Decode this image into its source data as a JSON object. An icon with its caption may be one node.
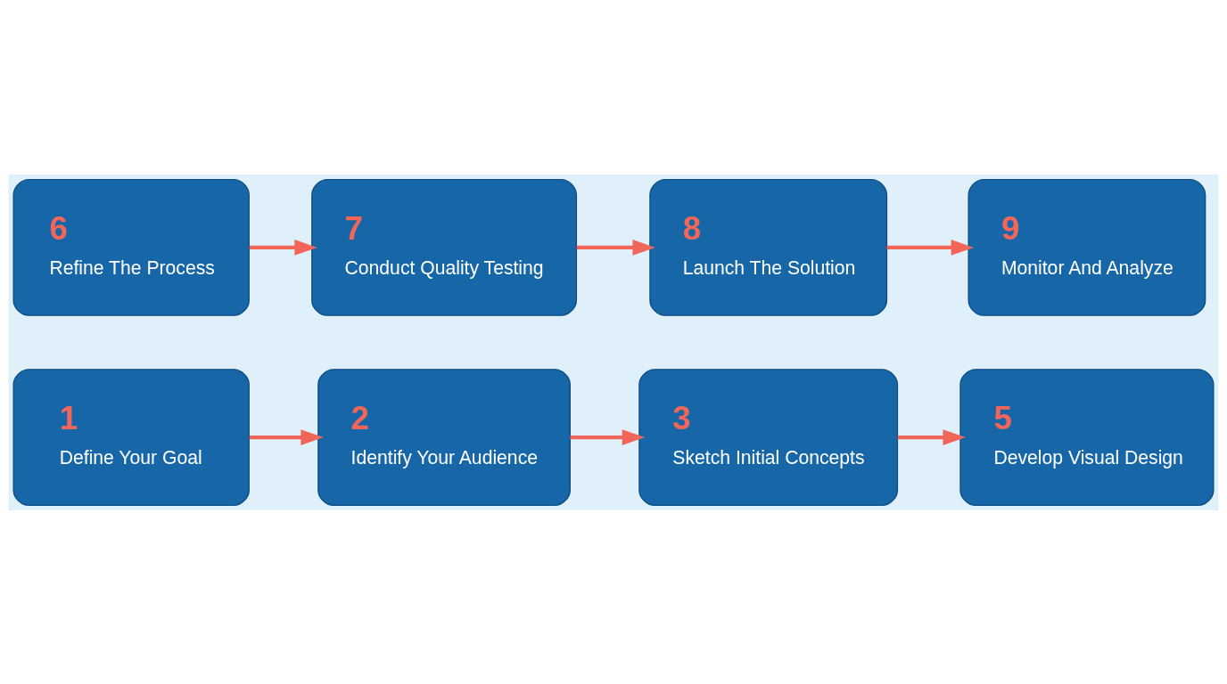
{
  "diagram": {
    "nodes": [
      {
        "text": [
          "1",
          "Define Your Goal"
        ]
      },
      {
        "text": [
          "2",
          "Identify Your Audience"
        ]
      },
      {
        "text": [
          "3",
          "Sketch Initial Concepts"
        ]
      },
      {
        "text": [
          "5",
          "Develop Visual Design"
        ]
      },
      {
        "text": [
          "6",
          "Refine The Process"
        ]
      },
      {
        "text": [
          "7",
          "Conduct Quality Testing"
        ]
      },
      {
        "text": [
          "8",
          "Launch The Solution"
        ]
      },
      {
        "text": [
          "9",
          "Monitor And Analyze"
        ]
      }
    ],
    "edges": [
      {
        "from": 0,
        "to": 1,
        "arrow": "to"
      },
      {
        "from": 1,
        "to": 2,
        "arrow": "to"
      },
      {
        "from": 2,
        "to": 3,
        "arrow": "to"
      },
      {
        "from": 4,
        "to": 5,
        "arrow": "to"
      },
      {
        "from": 5,
        "to": 6,
        "arrow": "to"
      },
      {
        "from": 6,
        "to": 7,
        "arrow": "to"
      }
    ]
  }
}
